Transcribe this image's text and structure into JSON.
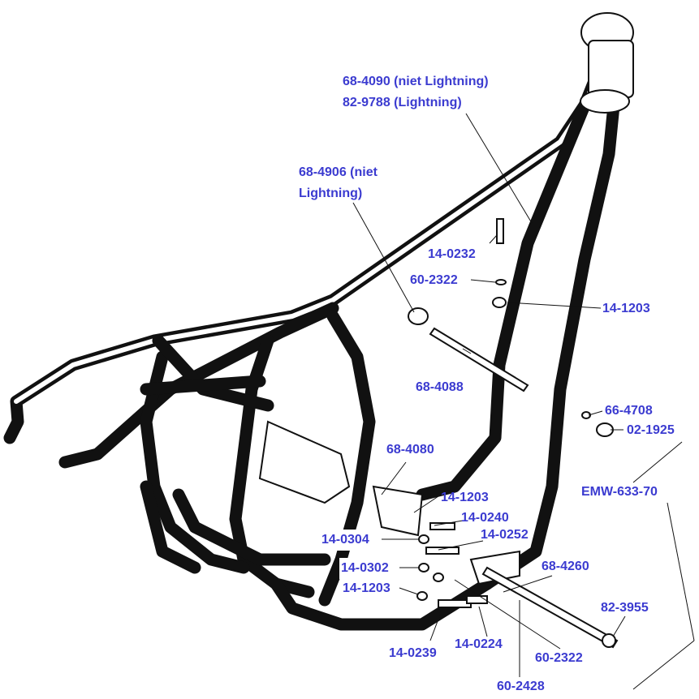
{
  "labels": {
    "l_68_4090": "68-4090 (niet Lightning)",
    "l_82_9788": "82-9788 (Lightning)",
    "l_68_4906_a": "68-4906 (niet",
    "l_68_4906_b": "Lightning)",
    "l_14_0232": "14-0232",
    "l_60_2322_top": "60-2322",
    "l_14_1203_top": "14-1203",
    "l_68_4088": "68-4088",
    "l_66_4708": "66-4708",
    "l_02_1925": "02-1925",
    "l_emw": "EMW-633-70",
    "l_68_4080": "68-4080",
    "l_14_1203_mid": "14-1203",
    "l_14_0240": "14-0240",
    "l_14_0304": "14-0304",
    "l_14_0252": "14-0252",
    "l_68_4260": "68-4260",
    "l_14_0302": "14-0302",
    "l_14_1203_low": "14-1203",
    "l_82_3955": "82-3955",
    "l_14_0239": "14-0239",
    "l_14_0224": "14-0224",
    "l_60_2322_low": "60-2322",
    "l_60_2428": "60-2428"
  },
  "colors": {
    "label": "#3b3bd0",
    "drawing": "#111111",
    "background": "#ffffff"
  }
}
